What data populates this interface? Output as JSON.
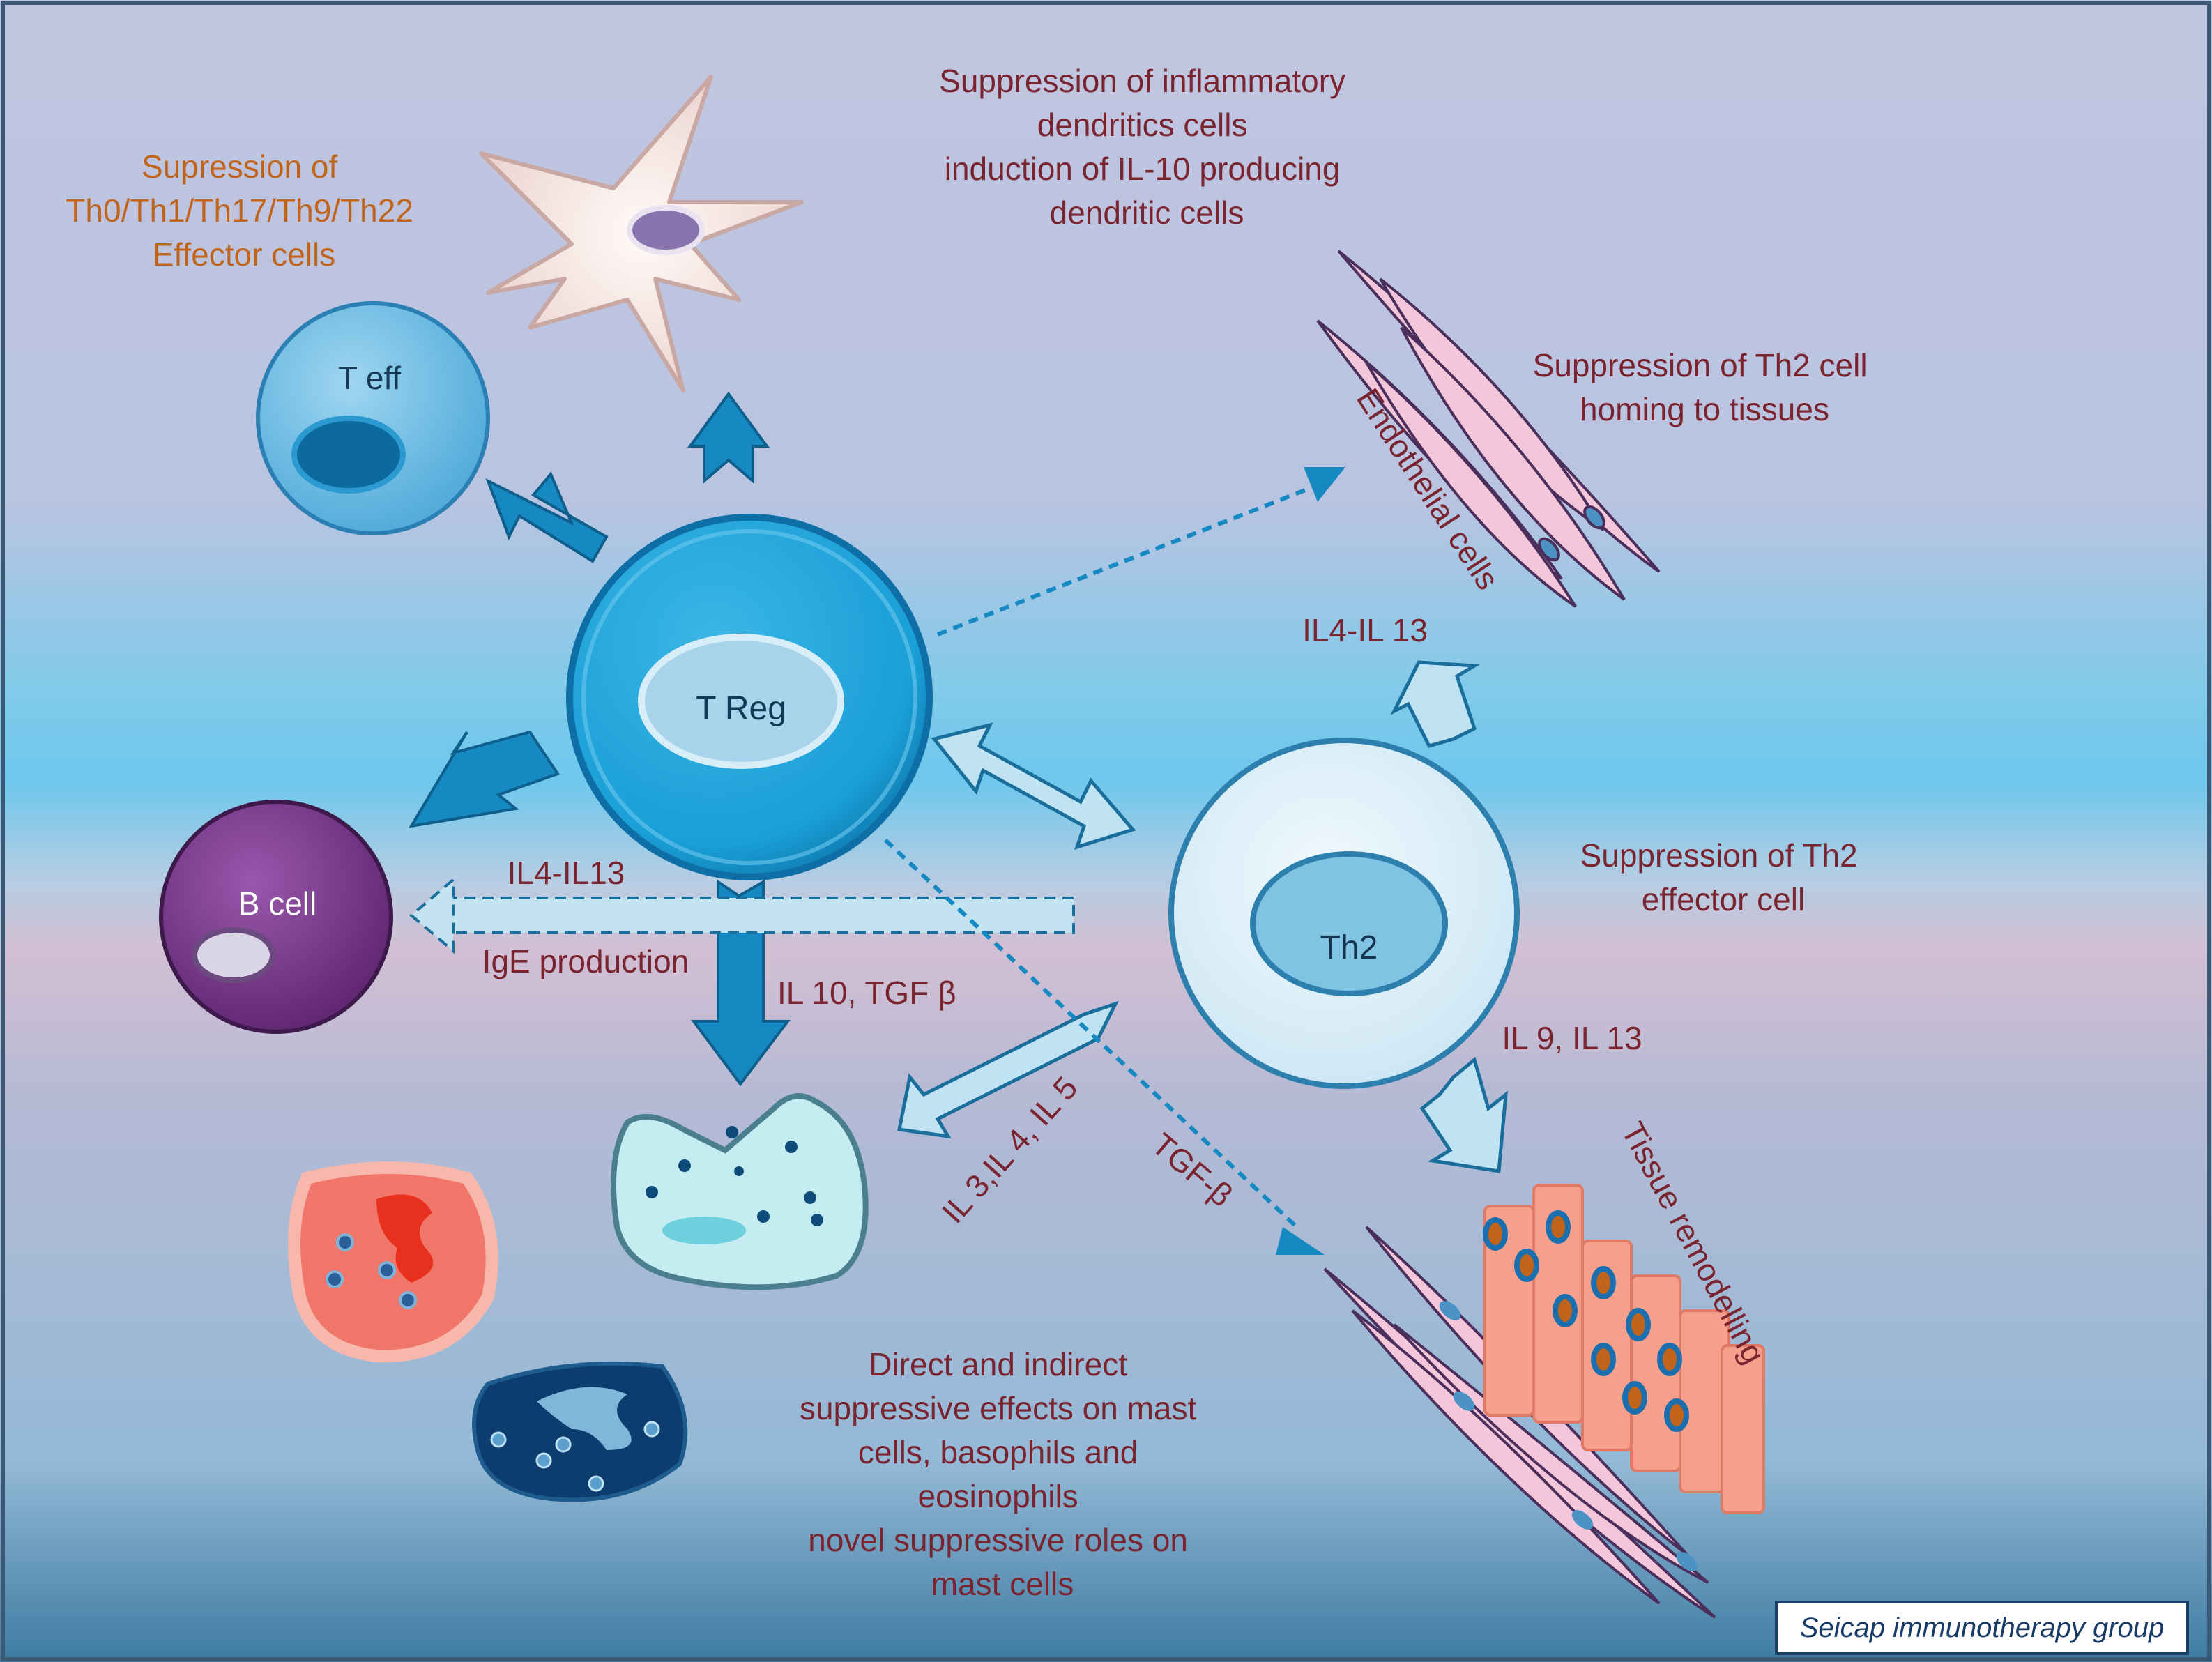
{
  "colors": {
    "bg_top": "#c1c5e0",
    "bg_mid": "#71c6ea",
    "bg_lower": "#c8bfd7",
    "bg_bottom": "#5d8fb0",
    "label_maroon": "#7a2430",
    "label_orange": "#c0641c",
    "treg": "#1ba0d8",
    "teff": "#76c3ea",
    "bcell": "#7c3a8c",
    "th2": "#d7ecf7",
    "arrow_dark": "#1688c2",
    "arrow_light": "#bfe3f3",
    "endothelial": "#f3c7d9",
    "tissue": "#f5a08d",
    "eosinophil": "#f07669",
    "basophil": "#0d3c6f",
    "mast": "#c5ecf0"
  },
  "cells": {
    "teff": "T eff",
    "treg": "T Reg",
    "bcell": "B cell",
    "th2": "Th2"
  },
  "labels": {
    "suppression_effectors": [
      "Supression of",
      "Th0/Th1/Th17/Th9/Th22",
      "Effector cells"
    ],
    "suppression_dc": [
      "Suppression of inflammatory",
      "dendritics cells",
      "induction of IL-10 producing",
      "dendritic cells"
    ],
    "suppression_homing": [
      "Suppression of Th2 cell",
      "homing to tissues"
    ],
    "endothelial": "Endothelial cells",
    "il4_il13_top": "IL4-IL 13",
    "suppression_th2": [
      "Suppression of Th2",
      "effector cell"
    ],
    "il4_il13_b": "IL4-IL13",
    "ige": "IgE production",
    "il10_tgf": "IL 10, TGF β",
    "il9_il13": "IL 9, IL 13",
    "il3_il4_il5": "IL 3,IL 4, IL 5",
    "tgf_beta": "TGF-β",
    "tissue_remodelling": "Tissue remodelling",
    "direct_indirect": [
      "Direct and indirect",
      "suppressive effects on mast",
      "cells, basophils and",
      "eosinophils",
      "novel suppressive roles on",
      "mast cells"
    ]
  },
  "credit": "Seicap immunotherapy group"
}
